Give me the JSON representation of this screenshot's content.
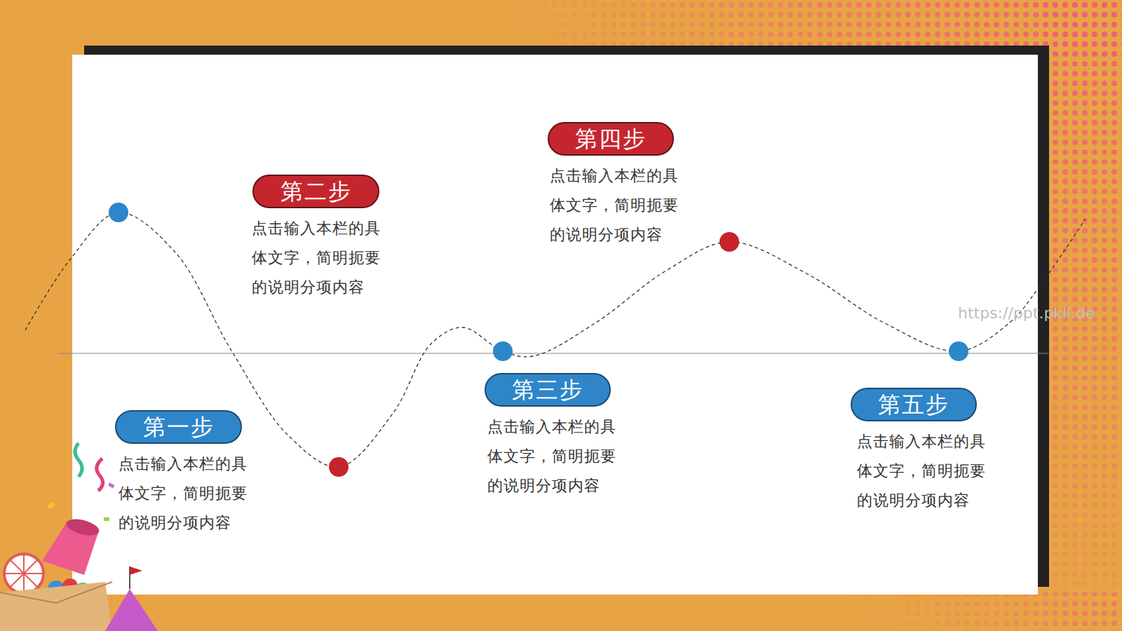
{
  "diagram": {
    "nodes": [
      {
        "text": [
          "第一步",
          "点击输入本栏的具 体文字，简明扼要 的说明分项内容"
        ]
      },
      {
        "text": [
          "第二步",
          "点击输入本栏的具 体文字，简明扼要 的说明分项内容"
        ]
      },
      {
        "text": [
          "第三步",
          "点击输入本栏的具 体文字，简明扼要 的说明分项内容"
        ]
      },
      {
        "text": [
          "第四步",
          "点击输入本栏的具 体文字，简明扼要 的说明分项内容"
        ]
      },
      {
        "text": [
          "第五步",
          "点击输入本栏的具 体文字，简明扼要 的说明分项内容"
        ]
      }
    ],
    "labels": [
      "https://ppt.pkll.de"
    ]
  }
}
